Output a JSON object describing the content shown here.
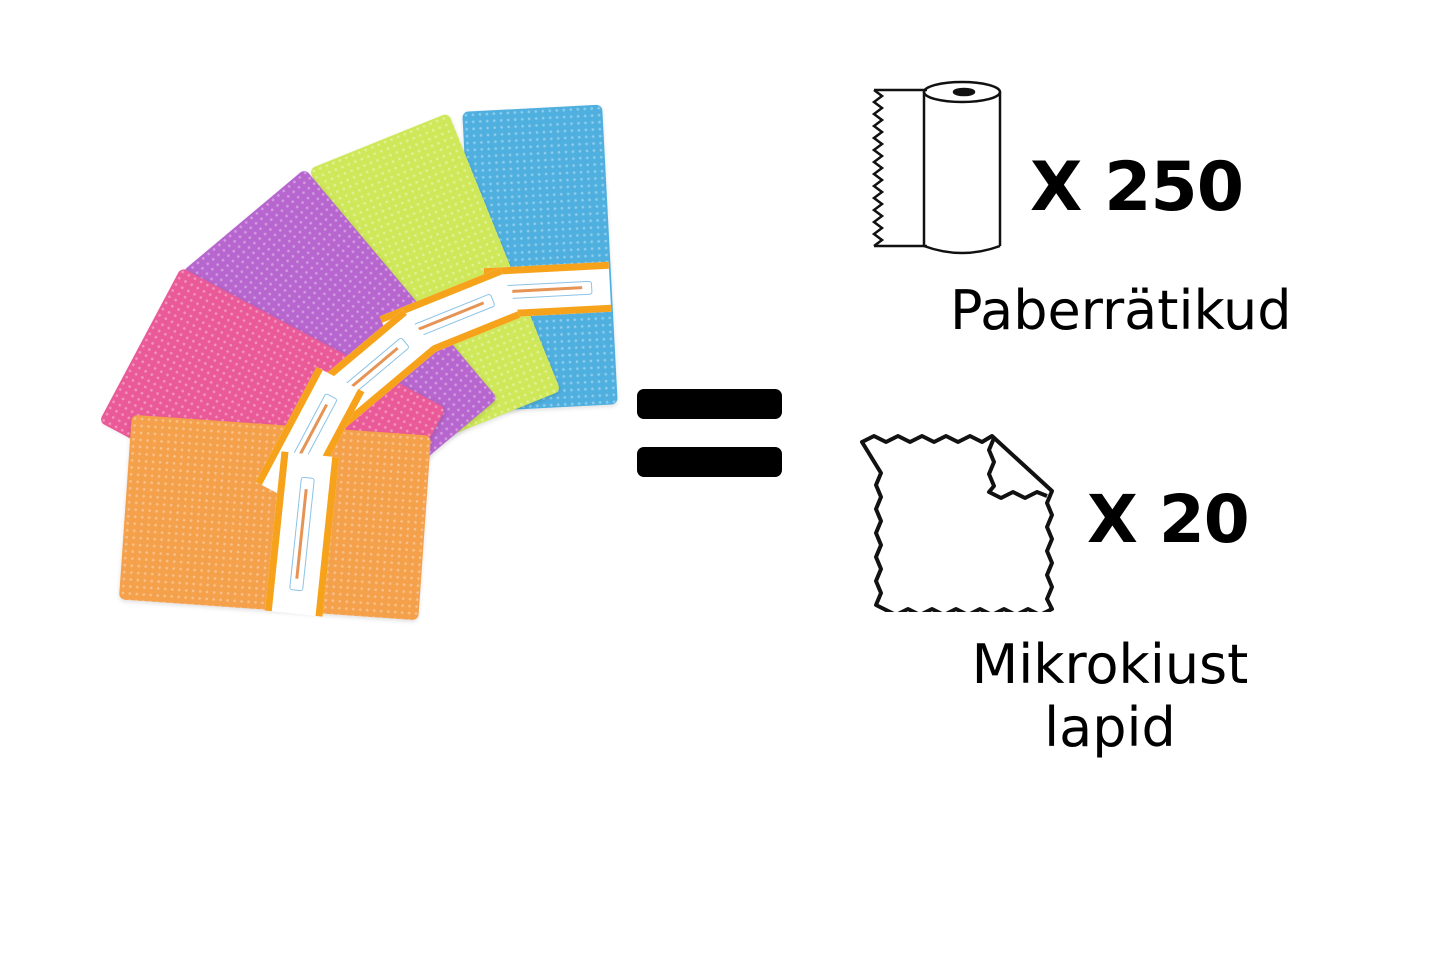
{
  "product_image": {
    "description": "Fan of five folded microfiber cleaning cloths wrapped with branded paper bands",
    "cloths": [
      {
        "name": "orange",
        "color": "#f5a04a"
      },
      {
        "name": "pink",
        "color": "#ea5a98"
      },
      {
        "name": "purple",
        "color": "#b866cf"
      },
      {
        "name": "lime",
        "color": "#cfe85a"
      },
      {
        "name": "blue",
        "color": "#4fb0e0"
      }
    ],
    "band_color": "#f7a21b"
  },
  "equals_sign": "=",
  "comparisons": [
    {
      "icon": "paper-towel-roll-icon",
      "count": "X 250",
      "label": "Paberrätikud"
    },
    {
      "icon": "microfiber-cloth-icon",
      "count": "X 20",
      "label_lines": [
        "Mikrokiust",
        "lapid"
      ]
    }
  ],
  "colors": {
    "background": "#ffffff",
    "text": "#000000"
  }
}
